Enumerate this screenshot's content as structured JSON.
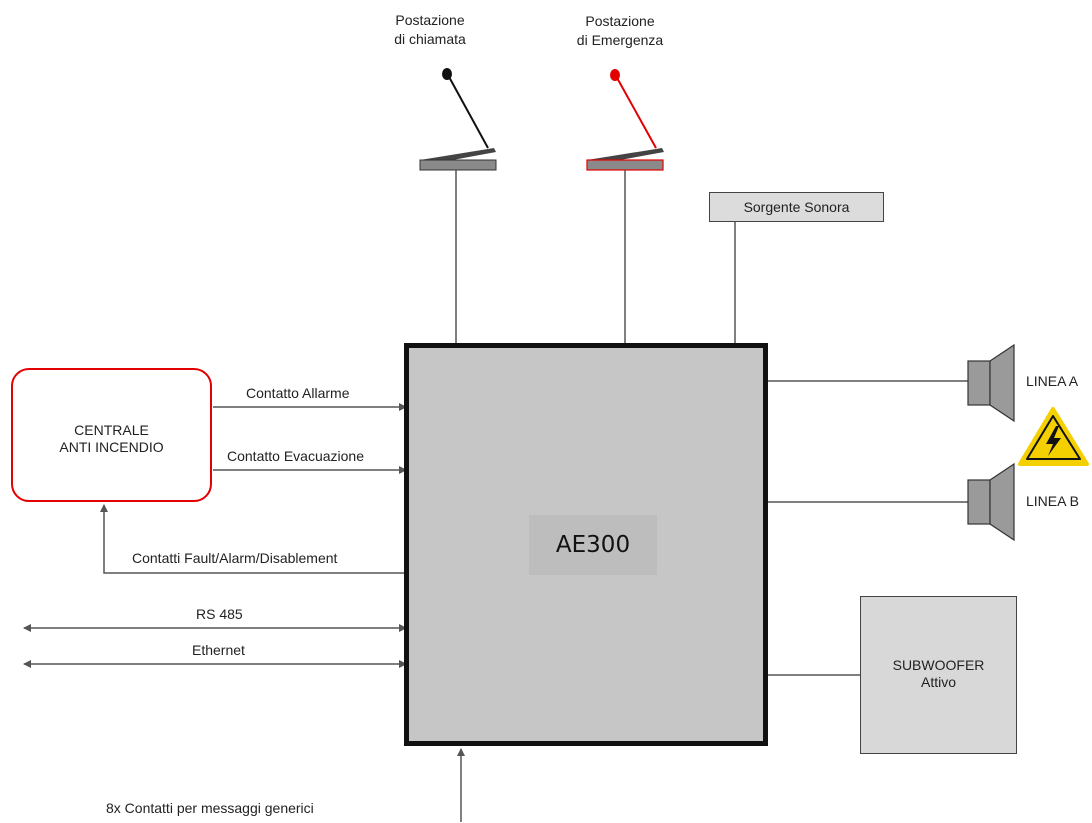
{
  "stations": {
    "call_line1": "Postazione",
    "call_line2": "di chiamata",
    "emergency_line1": "Postazione",
    "emergency_line2": "di Emergenza"
  },
  "sound_source": "Sorgente Sonora",
  "fire_panel": {
    "line1": "CENTRALE",
    "line2": "ANTI INCENDIO"
  },
  "connections": {
    "alarm": "Contatto Allarme",
    "evacuation": "Contatto Evacuazione",
    "fault": "Contatti Fault/Alarm/Disablement",
    "rs485": "RS 485",
    "ethernet": "Ethernet",
    "generic": "8x Contatti per messaggi generici"
  },
  "main_unit": "AE300",
  "lines": {
    "a": "LINEA A",
    "b": "LINEA B"
  },
  "subwoofer": {
    "line1": "SUBWOOFER",
    "line2": "Attivo"
  },
  "colors": {
    "emergency": "#e30000",
    "unit_fill": "#c6c6c6",
    "warning": "#f5d000"
  },
  "icons": [
    "microphone-icon",
    "emergency-microphone-icon",
    "speaker-icon",
    "high-voltage-warning-icon"
  ]
}
